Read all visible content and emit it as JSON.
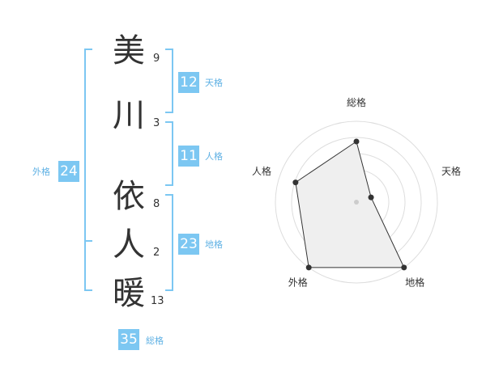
{
  "name_chars": [
    {
      "char": "美",
      "strokes": "9"
    },
    {
      "char": "川",
      "strokes": "3"
    },
    {
      "char": "依",
      "strokes": "8"
    },
    {
      "char": "人",
      "strokes": "2"
    },
    {
      "char": "暖",
      "strokes": "13"
    }
  ],
  "kakusu": {
    "tenkaku": {
      "value": "12",
      "label": "天格"
    },
    "jinkaku": {
      "value": "11",
      "label": "人格"
    },
    "chikaku": {
      "value": "23",
      "label": "地格"
    },
    "gaikaku": {
      "value": "24",
      "label": "外格"
    },
    "soukaku": {
      "value": "35",
      "label": "総格"
    }
  },
  "colors": {
    "accent": "#7cc7f2",
    "label": "#5fb1e4",
    "text": "#333333"
  },
  "chart_data": {
    "type": "radar",
    "axes": [
      "総格",
      "天格",
      "地格",
      "外格",
      "人格"
    ],
    "values": [
      0.75,
      0.19,
      1.0,
      1.0,
      0.79
    ],
    "rings": 5,
    "grid": true
  }
}
